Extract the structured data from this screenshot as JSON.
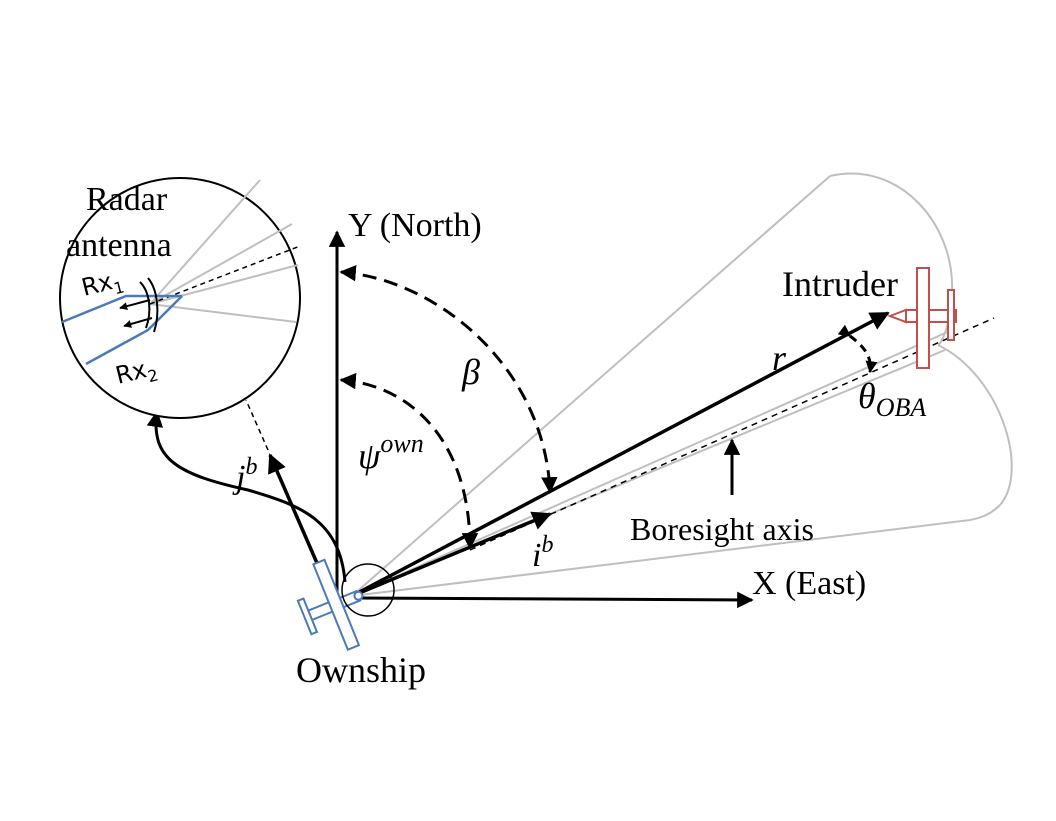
{
  "labels": {
    "y_axis": "Y (North)",
    "x_axis": "X (East)",
    "intruder": "Intruder",
    "ownship": "Ownship",
    "boresight": "Boresight axis",
    "radar_line1": "Radar",
    "radar_line2": "antenna",
    "rx1_base": "Rx",
    "rx1_sub": "1",
    "rx2_base": "Rx",
    "rx2_sub": "2",
    "range_symbol": "r",
    "beta_symbol": "β",
    "psi_base": "ψ",
    "psi_sup": "own",
    "theta_base": "θ",
    "theta_sub": "OBA",
    "ib_base": "i",
    "ib_sup": "b",
    "jb_base": "j",
    "jb_sup": "b"
  },
  "colors": {
    "ownship_aircraft": "#4a7ab8",
    "intruder_aircraft": "#c0504d",
    "beam": "#bfbfbf",
    "antenna_element": "#4a7ab8",
    "ink": "#000000"
  },
  "icons": {
    "ownship": "aircraft-icon",
    "intruder": "aircraft-icon"
  }
}
